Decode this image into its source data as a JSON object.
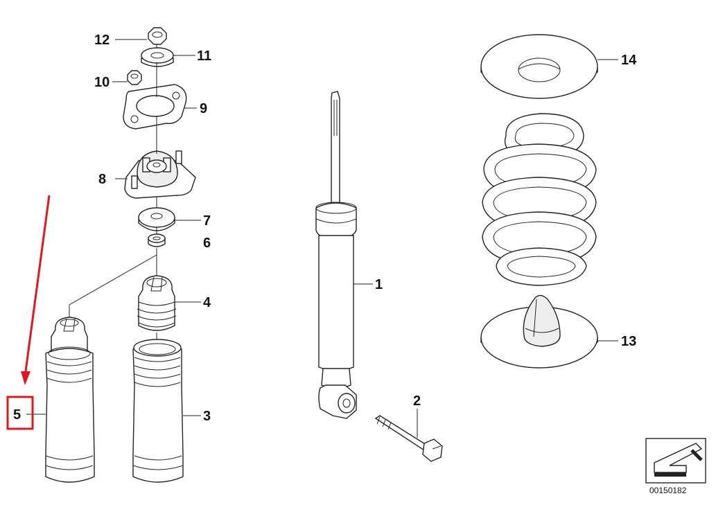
{
  "diagram": {
    "labels": {
      "p1": "1",
      "p2": "2",
      "p3": "3",
      "p4": "4",
      "p5": "5",
      "p6": "6",
      "p7": "7",
      "p8": "8",
      "p9": "9",
      "p10": "10",
      "p11": "11",
      "p12": "12",
      "p13": "13",
      "p14": "14"
    },
    "document_number": "00150182",
    "highlight_color": "#e8141c",
    "line_color": "#222222"
  }
}
